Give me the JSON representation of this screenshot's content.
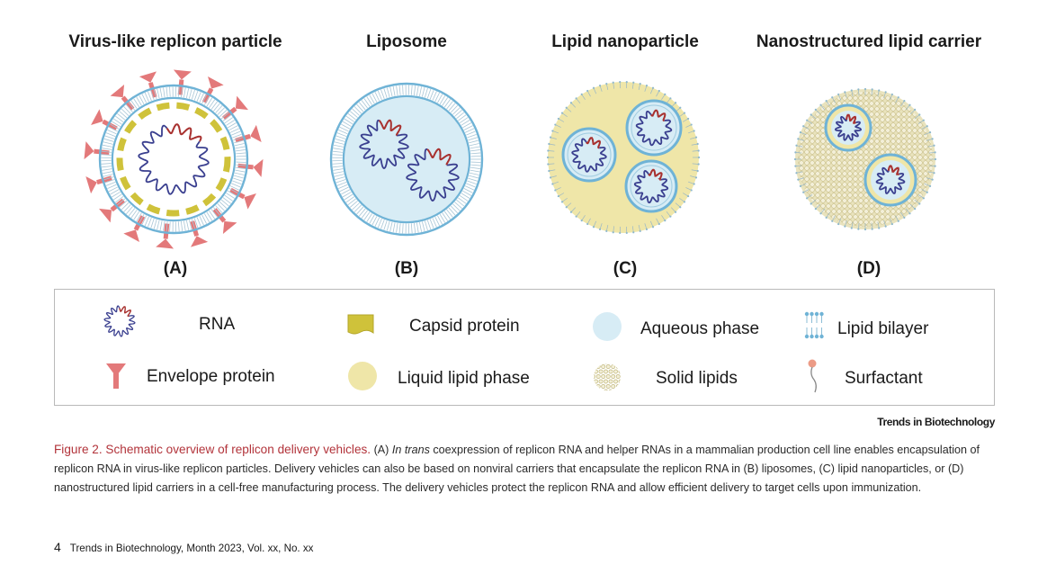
{
  "panels": [
    {
      "title": "Virus-like replicon particle",
      "letter": "(A)"
    },
    {
      "title": "Liposome",
      "letter": "(B)"
    },
    {
      "title": "Lipid nanoparticle",
      "letter": "(C)"
    },
    {
      "title": "Nanostructured lipid carrier",
      "letter": "(D)"
    }
  ],
  "legend": {
    "rna": "RNA",
    "capsid": "Capsid protein",
    "aqueous": "Aqueous phase",
    "bilayer": "Lipid bilayer",
    "envelope": "Envelope protein",
    "liquid_lipid": "Liquid lipid phase",
    "solid_lipids": "Solid lipids",
    "surfactant": "Surfactant"
  },
  "colors": {
    "bilayer_blue": "#6fb3d6",
    "aqueous": "#d7ecf5",
    "liquid_lipid": "#efe6a8",
    "capsid": "#cfc23a",
    "envelope": "#e3797a",
    "rna_navy": "#3a3f8f",
    "rna_red": "#a8312f",
    "caption_red": "#b2333a"
  },
  "source": "Trends in Biotechnology",
  "caption": {
    "title": "Figure 2. Schematic overview of replicon delivery vehicles.",
    "part1": " (A) ",
    "em": "In trans",
    "part2": " coexpression of replicon RNA and helper RNAs in a mammalian production cell line enables encapsulation of replicon RNA in virus-like replicon particles. Delivery vehicles can also be based on nonviral carriers that encapsulate the replicon RNA in (B) liposomes, (C) lipid nanoparticles, or (D) nanostructured lipid carriers in a cell-free manufacturing process. The delivery vehicles protect the replicon RNA and allow efficient delivery to target cells upon immunization."
  },
  "footer": {
    "page": "4",
    "journal": "Trends in Biotechnology, Month 2023, Vol. xx, No. xx"
  }
}
